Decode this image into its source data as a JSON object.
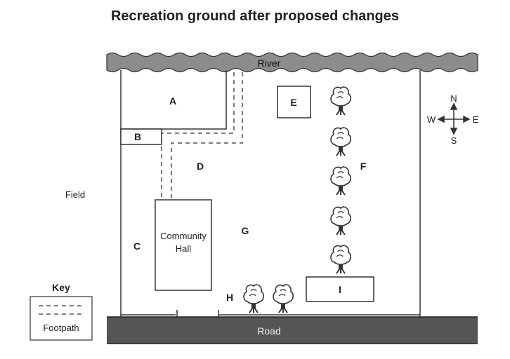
{
  "title": "Recreation ground after proposed changes",
  "labels": {
    "river": "River",
    "road": "Road",
    "field": "Field",
    "area_a": "A",
    "area_b": "B",
    "area_c": "C",
    "area_d": "D",
    "area_e": "E",
    "area_f": "F",
    "area_g": "G",
    "area_h": "H",
    "area_i": "I",
    "community_hall_line1": "Community",
    "community_hall_line2": "Hall"
  },
  "compass": {
    "north": "N",
    "south": "S",
    "east": "E",
    "west": "W"
  },
  "key": {
    "heading": "Key",
    "footpath": "Footpath"
  },
  "colors": {
    "river": "#8c8c8c",
    "road": "#555555",
    "line": "#333333"
  },
  "icons": [
    "tree-icon",
    "compass-icon"
  ]
}
